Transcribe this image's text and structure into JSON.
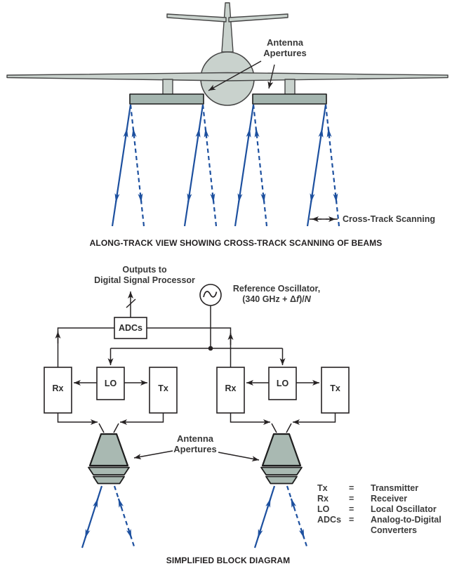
{
  "colors": {
    "beam_blue": "#1d509f",
    "line_black": "#262223",
    "aircraft_fill": "#c9d2cd",
    "aircraft_stroke": "#454545",
    "aperture_fill": "#a4b5af",
    "horn_fill": "#a9b9b2"
  },
  "top": {
    "antenna_label": [
      "Antenna",
      "Apertures"
    ],
    "cross_track_label": "Cross-Track Scanning",
    "caption": "ALONG-TRACK VIEW SHOWING CROSS-TRACK SCANNING OF BEAMS"
  },
  "block": {
    "outputs_label": [
      "Outputs to",
      "Digital Signal Processor"
    ],
    "adcs_label": "ADCs",
    "osc_label": "Reference Oscillator,",
    "osc_freq": {
      "prefix": "(340 GHz + ",
      "delta": "Δ",
      "f": "f",
      "mid": ")/",
      "n": "N"
    },
    "rx_label": "Rx",
    "lo_label": "LO",
    "tx_label": "Tx",
    "antenna_label": [
      "Antenna",
      "Apertures"
    ],
    "legend": [
      {
        "abbr": "Tx",
        "eq": "=",
        "def": "Transmitter"
      },
      {
        "abbr": "Rx",
        "eq": "=",
        "def": "Receiver"
      },
      {
        "abbr": "LO",
        "eq": "=",
        "def": "Local Oscillator"
      },
      {
        "abbr": "ADCs",
        "eq": "=",
        "def": "Analog-to-Digital"
      },
      {
        "abbr": "",
        "eq": "",
        "def": "Converters"
      }
    ],
    "caption": "SIMPLIFIED BLOCK DIAGRAM"
  }
}
